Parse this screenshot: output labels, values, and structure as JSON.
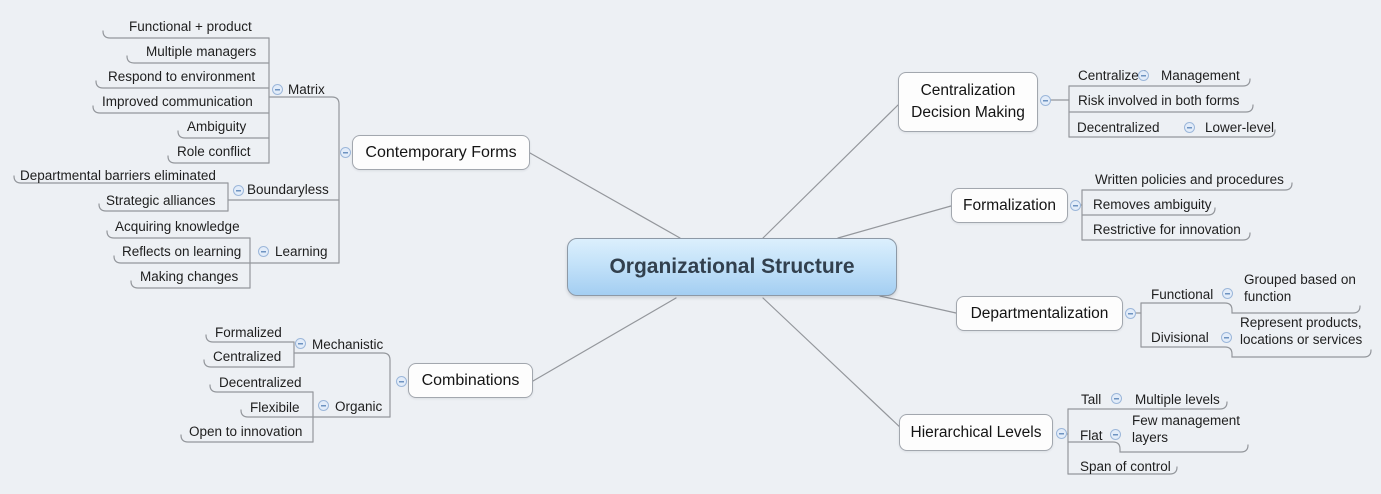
{
  "style": {
    "background": "#edf0f4",
    "root_fill_top": "#dceffd",
    "root_fill_bottom": "#a4cef2",
    "root_text": "#32404e",
    "line_color": "#94979c",
    "collapse_icon_fill": "#e2ecf9",
    "collapse_icon_border": "#9cb7da"
  },
  "map": {
    "root": "Organizational Structure",
    "branches": [
      {
        "label": "Contemporary Forms",
        "subs": [
          {
            "label": "Matrix",
            "leaves": [
              "Functional + product",
              "Multiple managers",
              "Respond to environment",
              "Improved communication",
              "Ambiguity",
              "Role conflict"
            ]
          },
          {
            "label": "Boundaryless",
            "leaves": [
              "Departmental barriers eliminated",
              "Strategic alliances"
            ]
          },
          {
            "label": "Learning",
            "leaves": [
              "Acquiring knowledge",
              "Reflects on learning",
              "Making changes"
            ]
          }
        ]
      },
      {
        "label": "Combinations",
        "subs": [
          {
            "label": "Mechanistic",
            "leaves": [
              "Formalized",
              "Centralized"
            ]
          },
          {
            "label": "Organic",
            "leaves": [
              "Decentralized",
              "Flexibile",
              "Open to innovation"
            ]
          }
        ]
      },
      {
        "label": "Centralization Decision Making",
        "subs": [
          {
            "label": "Centralized",
            "leaves": [
              "Management"
            ]
          },
          {
            "label": "Risk involved in both forms",
            "leaves": []
          },
          {
            "label": "Decentralized",
            "leaves": [
              "Lower-level"
            ]
          }
        ]
      },
      {
        "label": "Formalization",
        "subs": [
          {
            "label": "Written policies and procedures",
            "leaves": []
          },
          {
            "label": "Removes ambiguity",
            "leaves": []
          },
          {
            "label": "Restrictive for innovation",
            "leaves": []
          }
        ]
      },
      {
        "label": "Departmentalization",
        "subs": [
          {
            "label": "Functional",
            "leaves": [
              "Grouped based on function"
            ]
          },
          {
            "label": "Divisional",
            "leaves": [
              "Represent products, locations or services"
            ]
          }
        ]
      },
      {
        "label": "Hierarchical Levels",
        "subs": [
          {
            "label": "Tall",
            "leaves": [
              "Multiple levels"
            ]
          },
          {
            "label": "Flat",
            "leaves": [
              "Few management layers"
            ]
          },
          {
            "label": "Span of control",
            "leaves": []
          }
        ]
      }
    ]
  }
}
